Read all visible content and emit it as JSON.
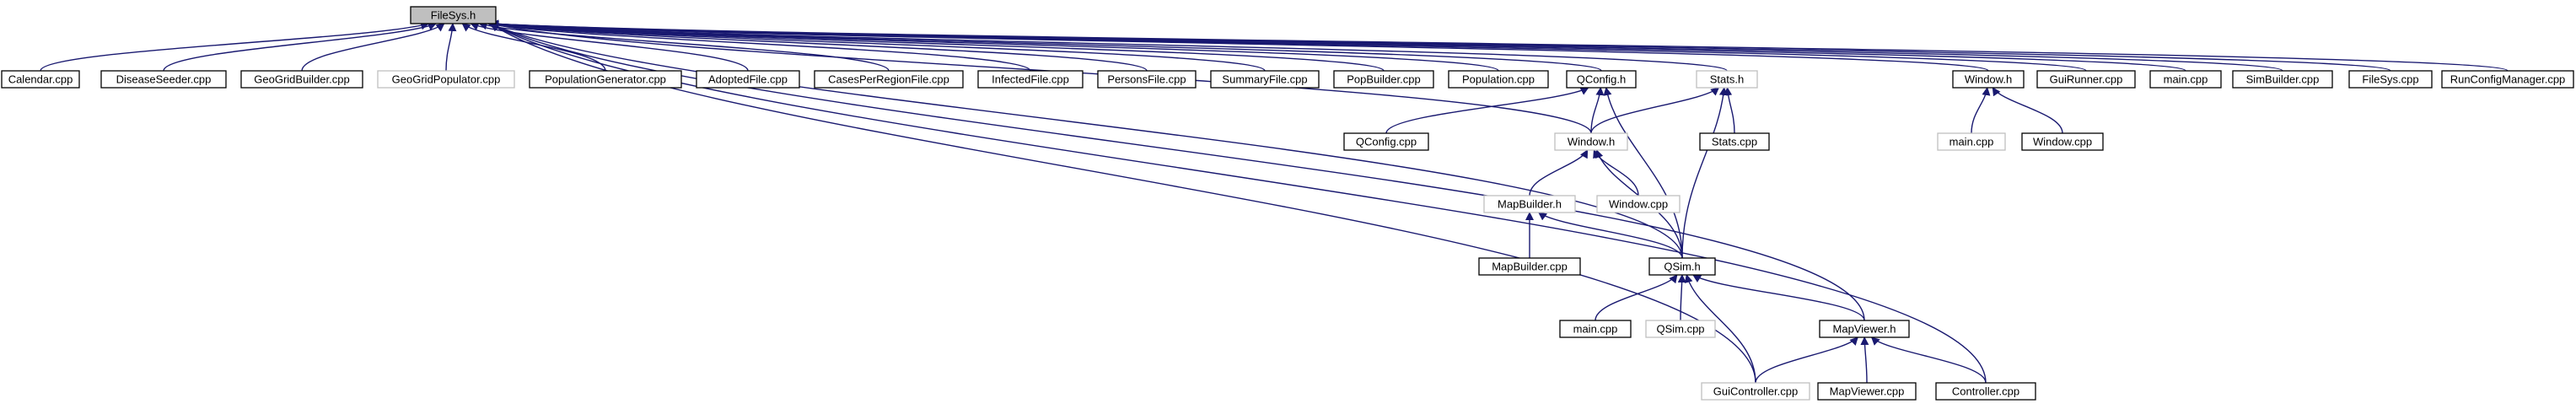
{
  "colors": {
    "edge": "#191970",
    "root_fill": "#bfbfbf",
    "root_border": "#000000",
    "linked_border": "#000000",
    "plain_border": "#bfbfbf",
    "node_fill": "#ffffff"
  },
  "nodes": [
    {
      "id": "root",
      "label": "FileSys.h",
      "style": "root"
    },
    {
      "id": "calendar",
      "label": "Calendar.cpp",
      "style": "linked"
    },
    {
      "id": "diseaseseeder",
      "label": "DiseaseSeeder.cpp",
      "style": "linked"
    },
    {
      "id": "geogridbuilder",
      "label": "GeoGridBuilder.cpp",
      "style": "linked"
    },
    {
      "id": "geogridpopulator",
      "label": "GeoGridPopulator.cpp",
      "style": "plain"
    },
    {
      "id": "populationgenerator",
      "label": "PopulationGenerator.cpp",
      "style": "linked"
    },
    {
      "id": "adoptedfile",
      "label": "AdoptedFile.cpp",
      "style": "linked"
    },
    {
      "id": "casesperregion",
      "label": "CasesPerRegionFile.cpp",
      "style": "linked"
    },
    {
      "id": "infectedfile",
      "label": "InfectedFile.cpp",
      "style": "linked"
    },
    {
      "id": "personsfile",
      "label": "PersonsFile.cpp",
      "style": "linked"
    },
    {
      "id": "summaryfile",
      "label": "SummaryFile.cpp",
      "style": "linked"
    },
    {
      "id": "popbuilder",
      "label": "PopBuilder.cpp",
      "style": "linked"
    },
    {
      "id": "population",
      "label": "Population.cpp",
      "style": "linked"
    },
    {
      "id": "qconfigh",
      "label": "QConfig.h",
      "style": "linked"
    },
    {
      "id": "statsh",
      "label": "Stats.h",
      "style": "plain"
    },
    {
      "id": "windowh_top",
      "label": "Window.h",
      "style": "linked"
    },
    {
      "id": "guirunner",
      "label": "GuiRunner.cpp",
      "style": "linked"
    },
    {
      "id": "maincpp_top",
      "label": "main.cpp",
      "style": "linked"
    },
    {
      "id": "simbuilder",
      "label": "SimBuilder.cpp",
      "style": "linked"
    },
    {
      "id": "filesyscpp",
      "label": "FileSys.cpp",
      "style": "linked"
    },
    {
      "id": "runconfigmanager",
      "label": "RunConfigManager.cpp",
      "style": "linked"
    },
    {
      "id": "qconfigcpp",
      "label": "QConfig.cpp",
      "style": "linked"
    },
    {
      "id": "windowh_mid",
      "label": "Window.h",
      "style": "plain"
    },
    {
      "id": "statscpp",
      "label": "Stats.cpp",
      "style": "linked"
    },
    {
      "id": "maincpp_win",
      "label": "main.cpp",
      "style": "plain"
    },
    {
      "id": "windowcpp_top",
      "label": "Window.cpp",
      "style": "linked"
    },
    {
      "id": "mapbuilderh",
      "label": "MapBuilder.h",
      "style": "plain"
    },
    {
      "id": "windowcpp_mid",
      "label": "Window.cpp",
      "style": "plain"
    },
    {
      "id": "mapbuildercpp",
      "label": "MapBuilder.cpp",
      "style": "linked"
    },
    {
      "id": "qsimh",
      "label": "QSim.h",
      "style": "linked"
    },
    {
      "id": "maincpp_qsim",
      "label": "main.cpp",
      "style": "linked"
    },
    {
      "id": "qsimcpp",
      "label": "QSim.cpp",
      "style": "plain"
    },
    {
      "id": "mapviewerh",
      "label": "MapViewer.h",
      "style": "linked"
    },
    {
      "id": "guicontroller",
      "label": "GuiController.cpp",
      "style": "plain"
    },
    {
      "id": "mapviewercpp",
      "label": "MapViewer.cpp",
      "style": "linked"
    },
    {
      "id": "controller",
      "label": "Controller.cpp",
      "style": "linked"
    }
  ],
  "edges": [
    [
      "calendar",
      "root"
    ],
    [
      "diseaseseeder",
      "root"
    ],
    [
      "geogridbuilder",
      "root"
    ],
    [
      "geogridpopulator",
      "root"
    ],
    [
      "populationgenerator",
      "root"
    ],
    [
      "adoptedfile",
      "root"
    ],
    [
      "casesperregion",
      "root"
    ],
    [
      "infectedfile",
      "root"
    ],
    [
      "personsfile",
      "root"
    ],
    [
      "summaryfile",
      "root"
    ],
    [
      "popbuilder",
      "root"
    ],
    [
      "population",
      "root"
    ],
    [
      "qconfigh",
      "root"
    ],
    [
      "statsh",
      "root"
    ],
    [
      "windowh_top",
      "root"
    ],
    [
      "guirunner",
      "root"
    ],
    [
      "maincpp_top",
      "root"
    ],
    [
      "simbuilder",
      "root"
    ],
    [
      "filesyscpp",
      "root"
    ],
    [
      "runconfigmanager",
      "root"
    ],
    [
      "windowh_mid",
      "root"
    ],
    [
      "qsimh",
      "root"
    ],
    [
      "guicontroller",
      "root"
    ],
    [
      "mapviewerh",
      "root"
    ],
    [
      "controller",
      "root"
    ],
    [
      "qconfigcpp",
      "qconfigh"
    ],
    [
      "windowh_mid",
      "qconfigh"
    ],
    [
      "qsimh",
      "qconfigh"
    ],
    [
      "windowh_mid",
      "statsh"
    ],
    [
      "statscpp",
      "statsh"
    ],
    [
      "qsimh",
      "statsh"
    ],
    [
      "maincpp_win",
      "windowh_top"
    ],
    [
      "windowcpp_top",
      "windowh_top"
    ],
    [
      "mapbuilderh",
      "windowh_mid"
    ],
    [
      "windowcpp_mid",
      "windowh_mid"
    ],
    [
      "qsimh",
      "windowh_mid"
    ],
    [
      "mapbuildercpp",
      "mapbuilderh"
    ],
    [
      "qsimh",
      "mapbuilderh"
    ],
    [
      "maincpp_qsim",
      "qsimh"
    ],
    [
      "qsimcpp",
      "qsimh"
    ],
    [
      "guicontroller",
      "qsimh"
    ],
    [
      "mapviewerh",
      "qsimh"
    ],
    [
      "guicontroller",
      "mapviewerh"
    ],
    [
      "mapviewercpp",
      "mapviewerh"
    ],
    [
      "controller",
      "mapviewerh"
    ]
  ]
}
